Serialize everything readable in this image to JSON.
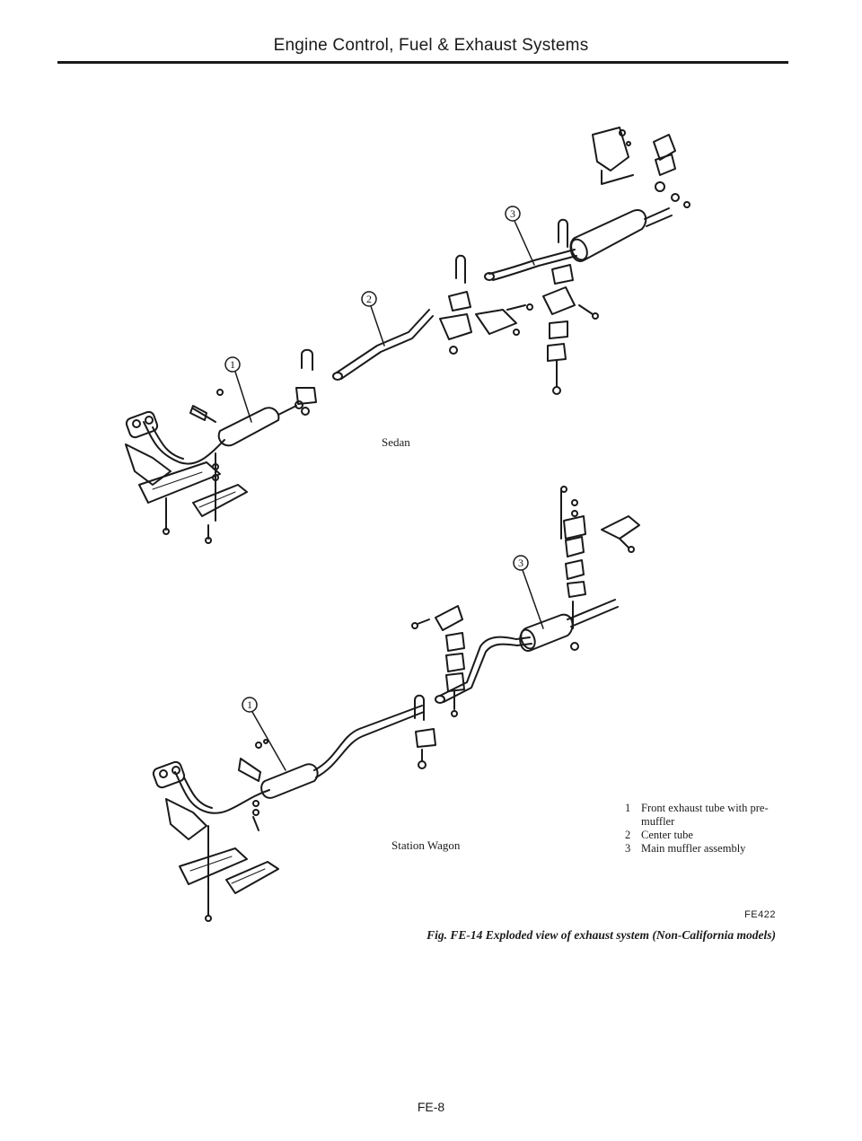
{
  "header": {
    "title": "Engine Control, Fuel & Exhaust Systems"
  },
  "figure": {
    "sedan_label": "Sedan",
    "wagon_label": "Station Wagon",
    "callouts": {
      "sedan_1": "1",
      "sedan_2": "2",
      "sedan_3": "3",
      "wagon_1": "1",
      "wagon_3": "3"
    },
    "legend": [
      {
        "num": "1",
        "text": "Front exhaust tube with pre-muffler"
      },
      {
        "num": "2",
        "text": "Center tube"
      },
      {
        "num": "3",
        "text": "Main muffler assembly"
      }
    ],
    "code": "FE422",
    "caption": "Fig. FE-14 Exploded view of exhaust system (Non-California models)"
  },
  "footer": {
    "page_number": "FE-8"
  }
}
